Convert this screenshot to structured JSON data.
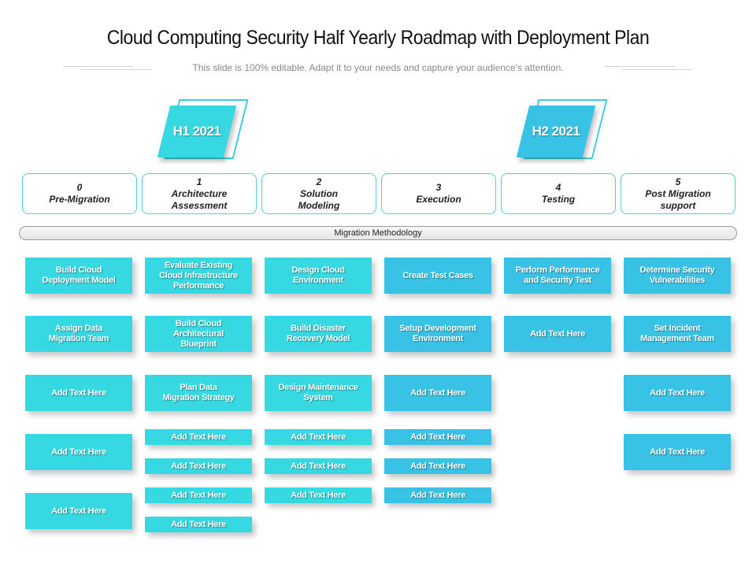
{
  "header": {
    "title": "Cloud Computing Security Half Yearly Roadmap with Deployment Plan",
    "subtitle": "This slide is 100% editable. Adapt it to your needs and capture your audience's attention."
  },
  "colors": {
    "turquoise": "#36d9e2",
    "sky_blue": "#38c3e6",
    "phase_border": "#4fd0dc"
  },
  "periods": [
    {
      "label": "H1 2021"
    },
    {
      "label": "H2 2021"
    }
  ],
  "phases": [
    {
      "number": "0",
      "name": "Pre-Migration",
      "name2": ""
    },
    {
      "number": "1",
      "name": "Architecture",
      "name2": "Assessment"
    },
    {
      "number": "2",
      "name": "Solution",
      "name2": "Modeling"
    },
    {
      "number": "3",
      "name": "Execution",
      "name2": ""
    },
    {
      "number": "4",
      "name": "Testing",
      "name2": ""
    },
    {
      "number": "5",
      "name": "Post Migration",
      "name2": "support"
    }
  ],
  "methodology_label": "Migration Methodology",
  "columns": [
    {
      "tasks": [
        "Build Cloud\nDeployment Model",
        "Assign Data\nMigration Team",
        "Add Text Here",
        "Add Text Here",
        "Add Text Here"
      ]
    },
    {
      "tasks": [
        "Evaluate Existing\nCloud Infrastructure\nPerformance",
        "Build Cloud\nArchitectural\nBlueprint",
        "Plan Data\nMigration Strategy",
        "Add Text Here",
        "Add Text Here",
        "Add Text Here",
        "Add Text Here"
      ]
    },
    {
      "tasks": [
        "Design Cloud\nEnvironment",
        "Build Disaster\nRecovery Model",
        "Design Maintenance\nSystem",
        "Add Text Here",
        "Add Text Here",
        "Add Text Here"
      ]
    },
    {
      "tasks": [
        "Create Test Cases",
        "Setup Development\nEnvironment",
        "Add Text Here",
        "Add Text Here",
        "Add Text Here",
        "Add Text Here"
      ]
    },
    {
      "tasks": [
        "Perform Performance\nand Security Test",
        "Add Text Here"
      ]
    },
    {
      "tasks": [
        "Determine Security\nVulnerabilities",
        "Set Incident\nManagement Team",
        "Add Text Here",
        "Add Text Here"
      ]
    }
  ]
}
